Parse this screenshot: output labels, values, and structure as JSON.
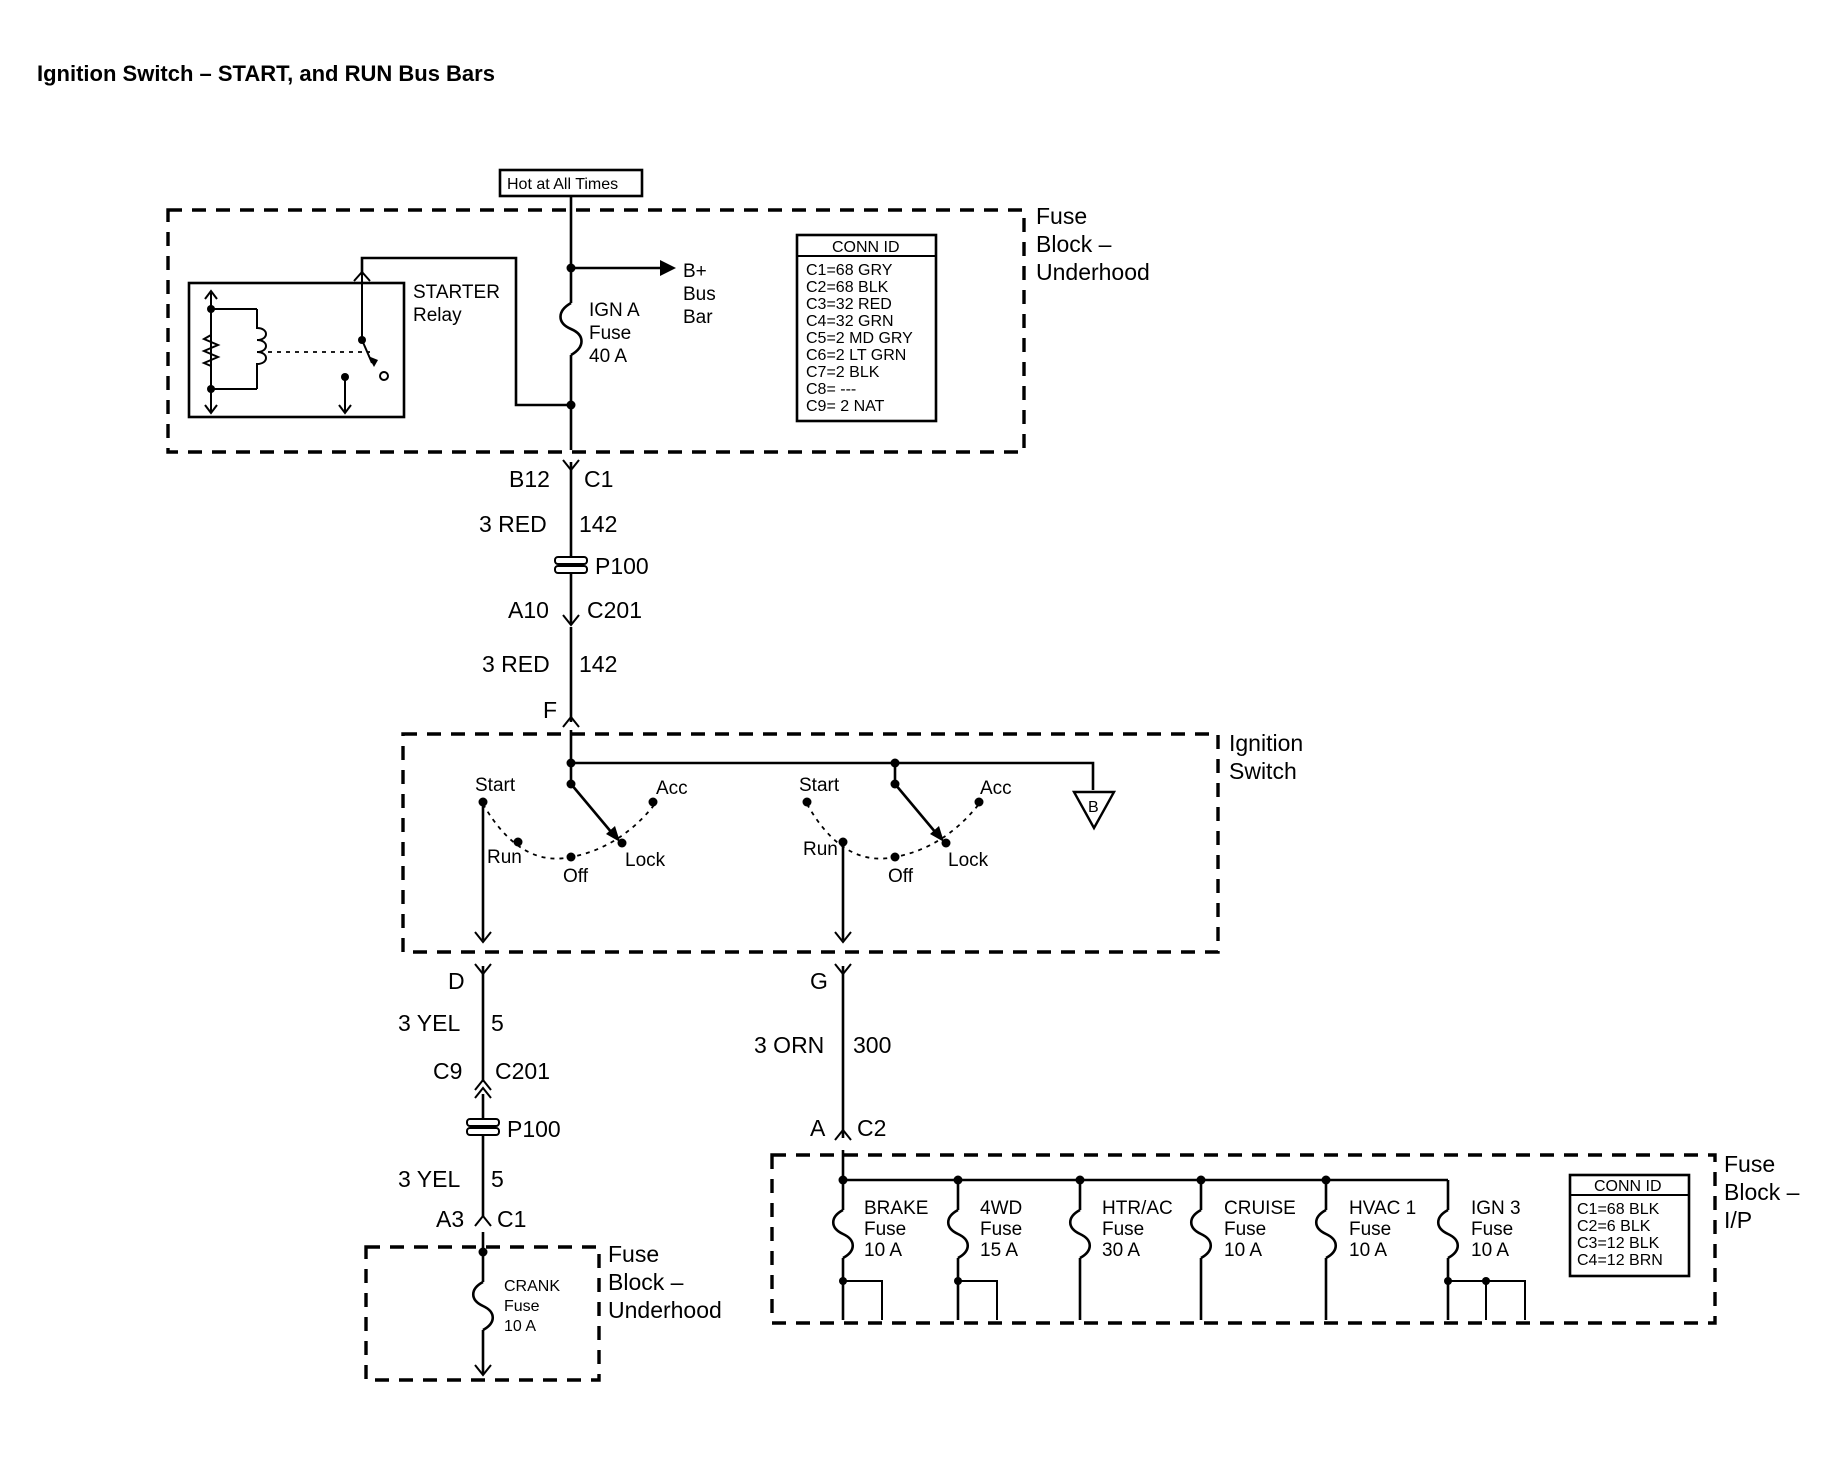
{
  "title": "Ignition Switch – START, and RUN Bus Bars",
  "hot_label": "Hot at All Times",
  "underhood_block": {
    "name_lines": [
      "Fuse",
      "Block –",
      "Underhood"
    ]
  },
  "starter_relay": {
    "lines": [
      "STARTER",
      "Relay"
    ]
  },
  "ign_a_fuse": {
    "lines": [
      "IGN A",
      "Fuse",
      "40 A"
    ]
  },
  "bplus": {
    "lines": [
      "B+",
      "Bus",
      "Bar"
    ]
  },
  "conn_id_top": {
    "header": "CONN ID",
    "rows": [
      "C1=68 GRY",
      "C2=68 BLK",
      "C3=32 RED",
      "C4=32 GRN",
      "C5=2 MD GRY",
      "C6=2 LT GRN",
      "C7=2 BLK",
      "C8= ---",
      "C9= 2 NAT"
    ]
  },
  "feed_wire": {
    "upper_pin": "B12",
    "upper_conn": "C1",
    "upper_wire": "3 RED",
    "upper_circuit": "142",
    "splice": "P100",
    "lower_pin": "A10",
    "lower_conn": "C201",
    "lower_wire": "3 RED",
    "lower_circuit": "142",
    "switch_pin": "F"
  },
  "ignition_switch": {
    "name_lines": [
      "Ignition",
      "Switch"
    ],
    "left_positions": {
      "start": "Start",
      "acc": "Acc",
      "run": "Run",
      "off": "Off",
      "lock": "Lock"
    },
    "right_positions": {
      "start": "Start",
      "acc": "Acc",
      "run": "Run",
      "off": "Off",
      "lock": "Lock"
    },
    "ground_ref": "B"
  },
  "start_wire": {
    "pin": "D",
    "wire": "3 YEL",
    "circuit": "5",
    "mid_pin": "C9",
    "mid_conn": "C201",
    "splice": "P100",
    "lower_wire": "3 YEL",
    "lower_circuit": "5",
    "lower_pin": "A3",
    "lower_conn": "C1"
  },
  "crank_block": {
    "name_lines": [
      "Fuse",
      "Block –",
      "Underhood"
    ],
    "fuse_lines": [
      "CRANK",
      "Fuse",
      "10 A"
    ]
  },
  "run_wire": {
    "pin": "G",
    "wire": "3 ORN",
    "circuit": "300",
    "lower_pin": "A",
    "lower_conn": "C2"
  },
  "ip_block": {
    "name_lines": [
      "Fuse",
      "Block –",
      "I/P"
    ],
    "fuses": [
      {
        "name": "BRAKE",
        "type": "Fuse",
        "rating": "10 A"
      },
      {
        "name": "4WD",
        "type": "Fuse",
        "rating": "15 A"
      },
      {
        "name": "HTR/AC",
        "type": "Fuse",
        "rating": "30 A"
      },
      {
        "name": "CRUISE",
        "type": "Fuse",
        "rating": "10 A"
      },
      {
        "name": "HVAC 1",
        "type": "Fuse",
        "rating": "10 A"
      },
      {
        "name": "IGN 3",
        "type": "Fuse",
        "rating": "10 A"
      }
    ],
    "conn_id": {
      "header": "CONN ID",
      "rows": [
        "C1=68 BLK",
        "C2=6 BLK",
        "C3=12 BLK",
        "C4=12 BRN"
      ]
    }
  }
}
